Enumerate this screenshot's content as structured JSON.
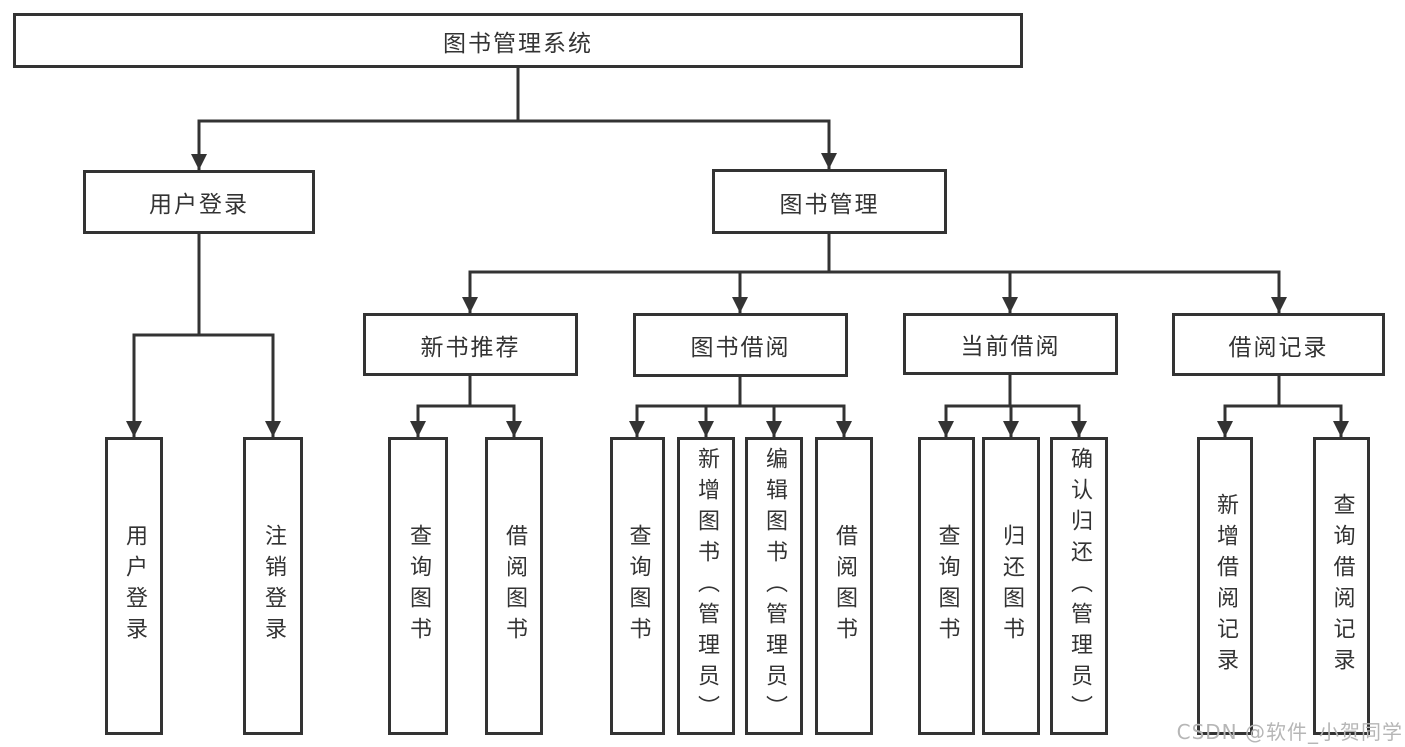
{
  "diagram": {
    "root": "图书管理系统",
    "branches": [
      {
        "label": "用户登录",
        "children": [
          "用户登录",
          "注销登录"
        ]
      },
      {
        "label": "图书管理",
        "groups": [
          {
            "label": "新书推荐",
            "children": [
              "查询图书",
              "借阅图书"
            ]
          },
          {
            "label": "图书借阅",
            "children": [
              "查询图书",
              "新增图书（管理员）",
              "编辑图书（管理员）",
              "借阅图书"
            ]
          },
          {
            "label": "当前借阅",
            "children": [
              "查询图书",
              "归还图书",
              "确认归还（管理员）"
            ]
          },
          {
            "label": "借阅记录",
            "children": [
              "新增借阅记录",
              "查询借阅记录"
            ]
          }
        ]
      }
    ]
  },
  "watermark": "CSDN @软件_小贺同学",
  "colors": {
    "line": "#333333",
    "box_background": "#ffffff",
    "text": "#333333",
    "watermark": "#b6b6b6"
  }
}
